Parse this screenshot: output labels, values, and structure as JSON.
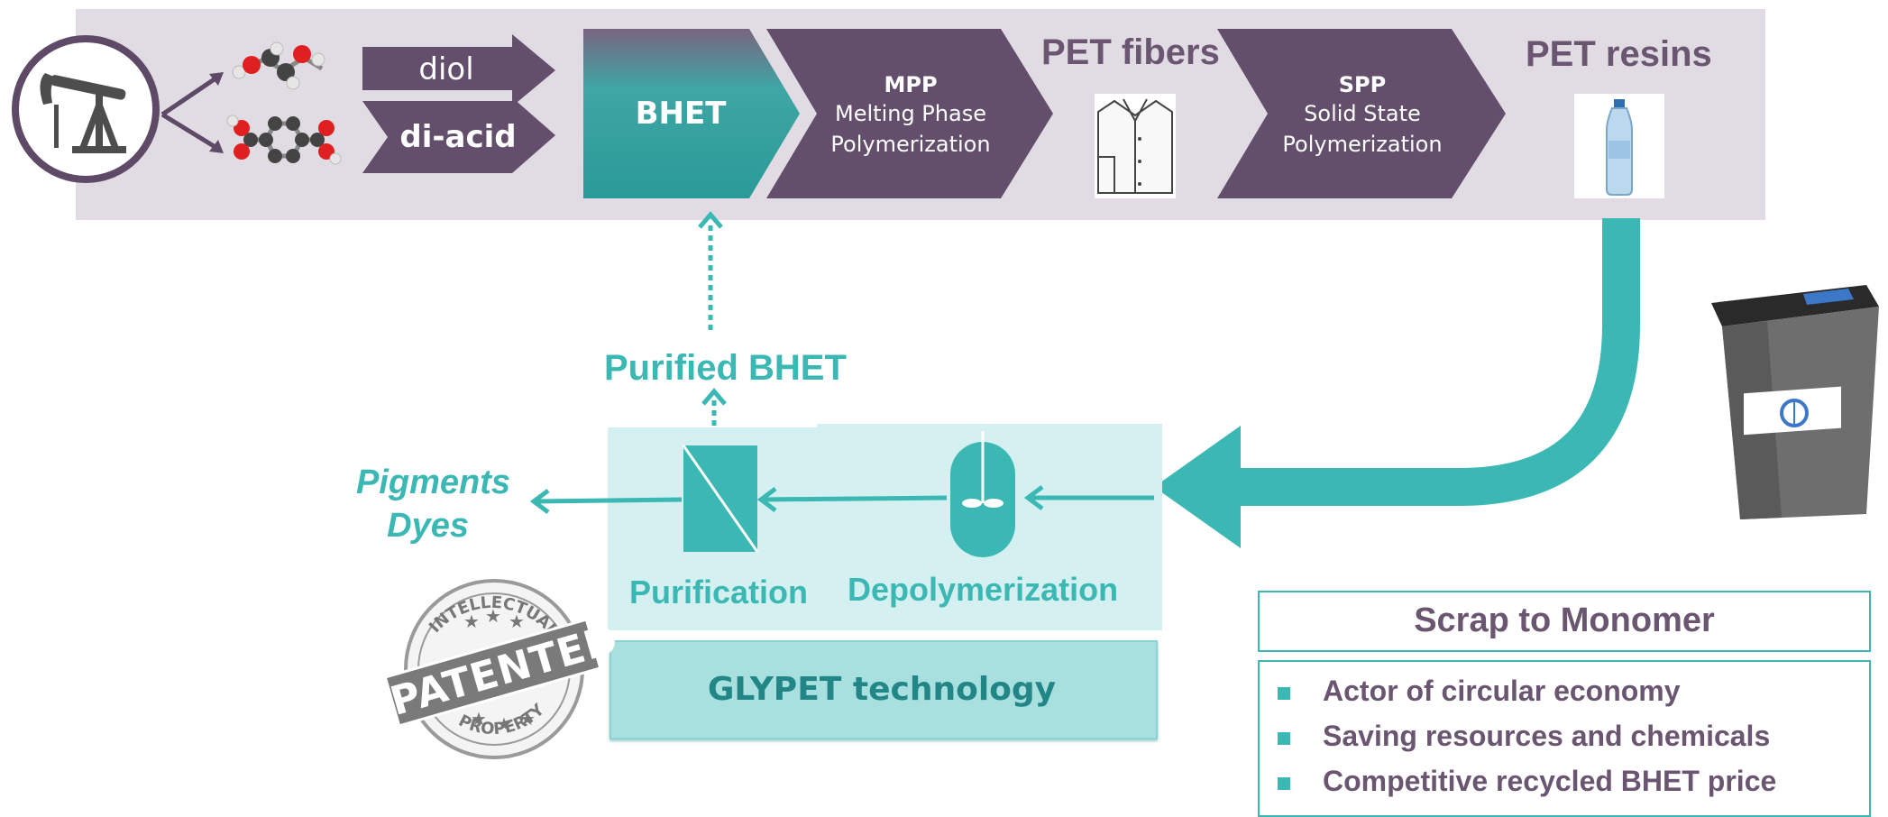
{
  "top_chain": {
    "diol_label": "diol",
    "diacid_label": "di-acid",
    "bhet_label": "BHET",
    "mpp": {
      "abbr": "MPP",
      "line1": "Melting Phase",
      "line2": "Polymerization"
    },
    "pet_fibers_label": "PET fibers",
    "spp": {
      "abbr": "SPP",
      "line1": "Solid State",
      "line2": "Polymerization"
    },
    "pet_resins_label": "PET resins"
  },
  "recycling": {
    "purified_bhet_label": "Purified BHET",
    "pigments_label": "Pigments",
    "dyes_label": "Dyes",
    "purification_label": "Purification",
    "depolymerization_label": "Depolymerization",
    "technology_label": "GLYPET technology"
  },
  "stamp": {
    "top_text": "INTELLECTUAL",
    "main_text": "PATENTED",
    "bottom_text": "PROPERTY"
  },
  "benefits": {
    "title": "Scrap to Monomer",
    "items": [
      "Actor of  circular economy",
      "Saving resources and chemicals",
      "Competitive recycled BHET price"
    ]
  },
  "colors": {
    "purple": "#634f6b",
    "teal": "#3bb8b3",
    "teal_light": "#d4f0f0",
    "band": "#e1dce3"
  },
  "icons": [
    "oil-pump-icon",
    "ethylene-glycol-molecule-icon",
    "terephthalic-acid-molecule-icon",
    "shirt-icon",
    "bottle-icon",
    "recycle-bin-icon",
    "reactor-icon",
    "filter-icon",
    "patented-stamp-icon"
  ]
}
